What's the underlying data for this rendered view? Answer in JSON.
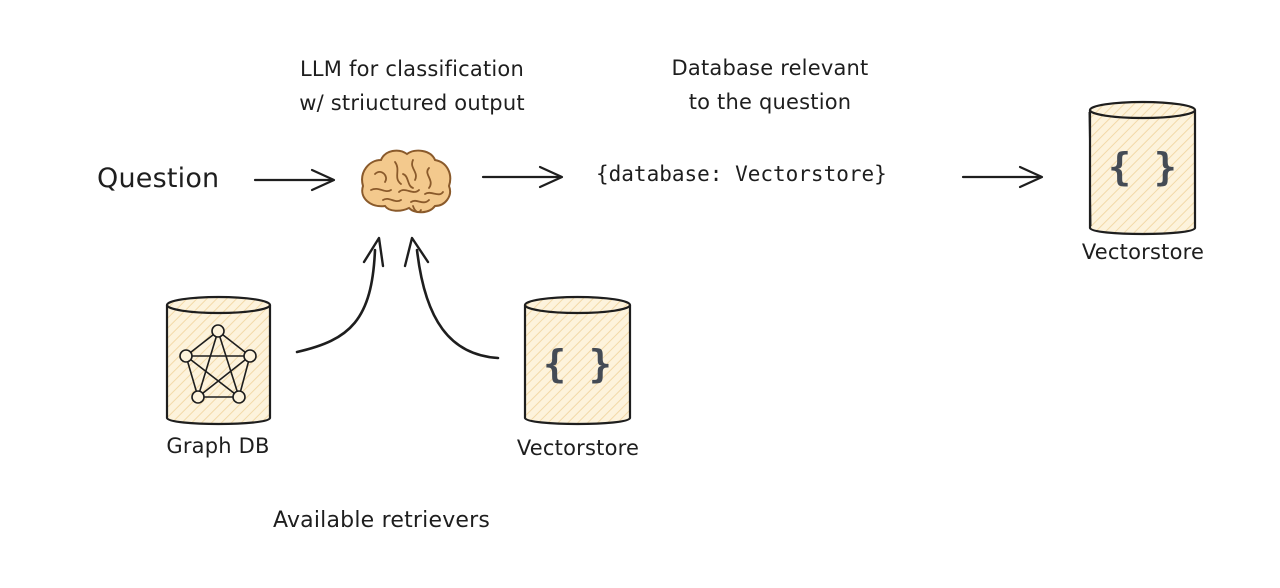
{
  "labels": {
    "question": "Question",
    "llm_line1": "LLM for classification",
    "llm_line2": "w/ striuctured output",
    "db_line1": "Database relevant",
    "db_line2": "to the question",
    "output_json": "{database: Vectorstore}",
    "retrievers": "Available retrievers"
  },
  "databases": {
    "output_store": {
      "label": "Vectorstore",
      "glyph": "{ }",
      "icon": "braces-icon"
    },
    "graph_db": {
      "label": "Graph DB",
      "icon": "graph-network-icon"
    },
    "input_store": {
      "label": "Vectorstore",
      "glyph": "{ }",
      "icon": "braces-icon"
    }
  },
  "colors": {
    "stroke": "#1e1e1e",
    "cylinder_fill": "#fdf3dc",
    "cylinder_hatch": "#f2d9a8",
    "brain_fill": "#f3c98d",
    "brain_stroke": "#8a5a2b",
    "glyph": "#444b55"
  }
}
